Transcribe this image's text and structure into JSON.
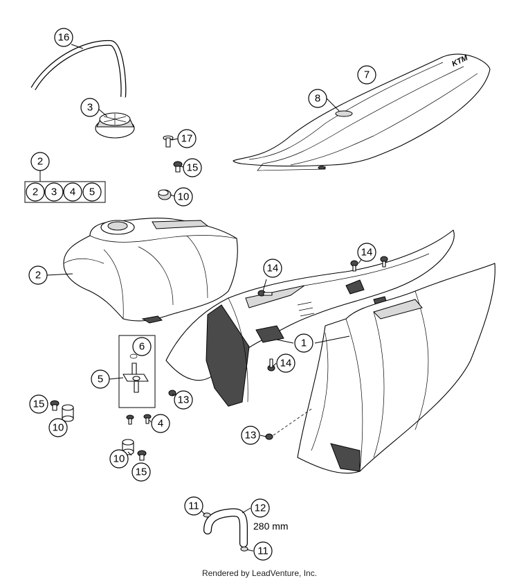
{
  "callouts": [
    {
      "n": "16"
    },
    {
      "n": "3"
    },
    {
      "n": "17"
    },
    {
      "n": "15"
    },
    {
      "n": "10"
    },
    {
      "n": "2"
    },
    {
      "n": "2"
    },
    {
      "n": "3"
    },
    {
      "n": "4"
    },
    {
      "n": "5"
    },
    {
      "n": "7"
    },
    {
      "n": "8"
    },
    {
      "n": "2"
    },
    {
      "n": "14"
    },
    {
      "n": "14"
    },
    {
      "n": "1"
    },
    {
      "n": "14"
    },
    {
      "n": "6"
    },
    {
      "n": "5"
    },
    {
      "n": "13"
    },
    {
      "n": "15"
    },
    {
      "n": "4"
    },
    {
      "n": "10"
    },
    {
      "n": "13"
    },
    {
      "n": "10"
    },
    {
      "n": "15"
    },
    {
      "n": "11"
    },
    {
      "n": "12"
    },
    {
      "n": "11"
    }
  ],
  "length_label": "280 mm",
  "footer": "Rendered by LeadVenture, Inc."
}
